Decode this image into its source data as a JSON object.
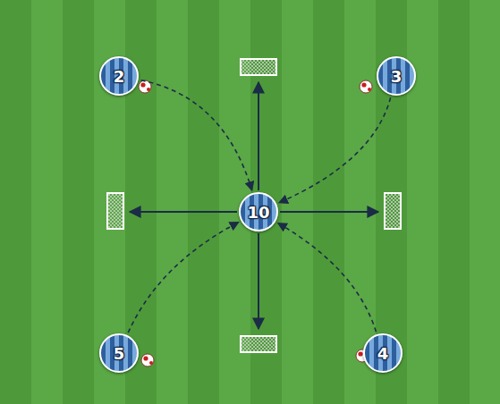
{
  "diagram": {
    "nodes": [
      {
        "text": [
          "2"
        ]
      },
      {
        "text": [
          "3"
        ]
      },
      {
        "text": [
          "10"
        ]
      },
      {
        "text": [
          "5"
        ]
      },
      {
        "text": [
          "4"
        ]
      }
    ],
    "edges": [
      {
        "from": 0,
        "to": 2,
        "arrow": "to"
      },
      {
        "from": 1,
        "to": 2,
        "arrow": "to"
      },
      {
        "from": 3,
        "to": 2,
        "arrow": "to"
      },
      {
        "from": 4,
        "to": 2,
        "arrow": "to"
      }
    ]
  }
}
